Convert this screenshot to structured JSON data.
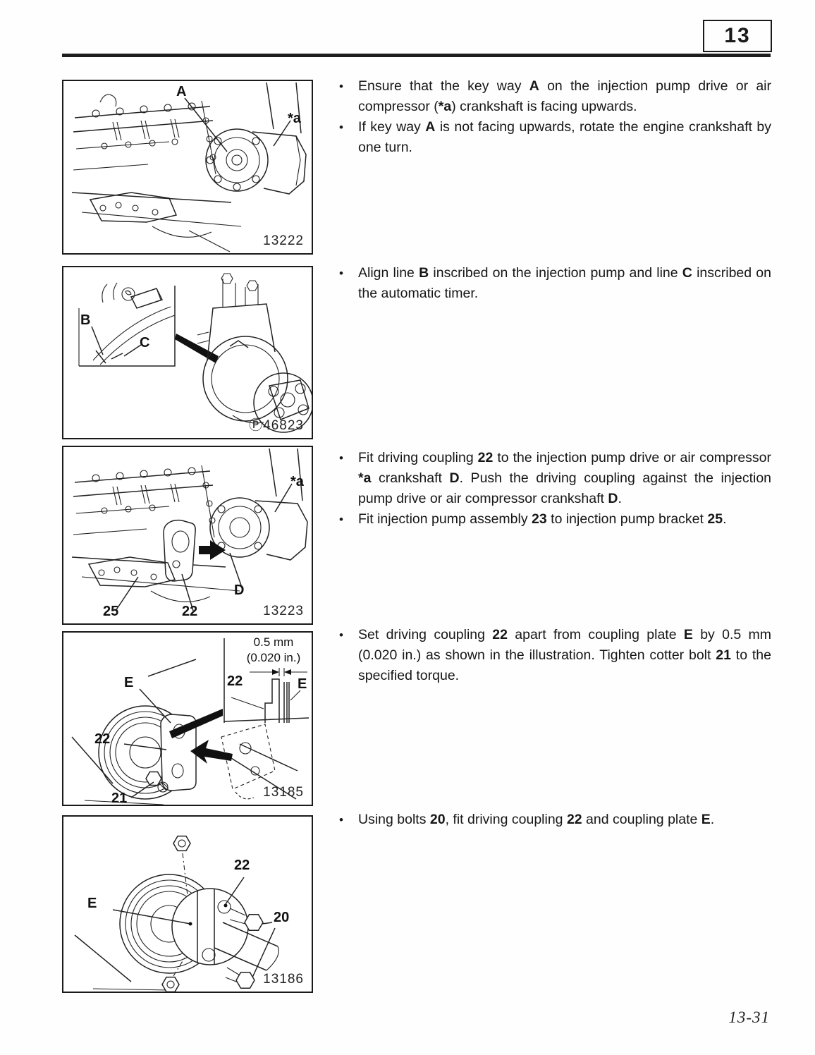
{
  "header": {
    "chapter_tab": "13"
  },
  "footer": {
    "page_number": "13-31"
  },
  "figures": [
    {
      "figure_number": "13222",
      "callouts": {
        "A": "A",
        "star_a": "*a"
      }
    },
    {
      "figure_number": "Ⓟ46823",
      "callouts": {
        "B": "B",
        "C": "C"
      }
    },
    {
      "figure_number": "13223",
      "callouts": {
        "star_a": "*a",
        "D": "D",
        "n25": "25",
        "n22": "22"
      }
    },
    {
      "figure_number": "13185",
      "callouts": {
        "gap_mm": "0.5 mm",
        "gap_in": "(0.020 in.)",
        "inset_22": "22",
        "inset_E": "E",
        "E": "E",
        "n22": "22",
        "n21": "21"
      }
    },
    {
      "figure_number": "13186",
      "callouts": {
        "n22": "22",
        "E": "E",
        "n20": "20"
      }
    }
  ],
  "blocks": [
    {
      "bullets": [
        {
          "segments": [
            {
              "t": "Ensure that the key way "
            },
            {
              "t": "A",
              "b": true
            },
            {
              "t": " on the injection pump drive or air compressor ("
            },
            {
              "t": "*a",
              "b": true
            },
            {
              "t": ") crankshaft is facing upwards."
            }
          ]
        },
        {
          "segments": [
            {
              "t": "If key way "
            },
            {
              "t": "A",
              "b": true
            },
            {
              "t": " is not facing upwards, rotate the engine crankshaft by one turn."
            }
          ]
        }
      ]
    },
    {
      "bullets": [
        {
          "segments": [
            {
              "t": "Align line "
            },
            {
              "t": "B",
              "b": true
            },
            {
              "t": " inscribed on the injection pump and line "
            },
            {
              "t": "C",
              "b": true
            },
            {
              "t": " inscribed on the automatic timer."
            }
          ]
        }
      ]
    },
    {
      "bullets": [
        {
          "segments": [
            {
              "t": "Fit driving coupling "
            },
            {
              "t": "22",
              "b": true
            },
            {
              "t": " to the injection pump drive or air compressor "
            },
            {
              "t": "*a",
              "b": true
            },
            {
              "t": " crankshaft "
            },
            {
              "t": "D",
              "b": true
            },
            {
              "t": ".  Push the driving coupling against the injection pump drive or air compressor crankshaft "
            },
            {
              "t": "D",
              "b": true
            },
            {
              "t": "."
            }
          ]
        },
        {
          "segments": [
            {
              "t": "Fit injection pump assembly "
            },
            {
              "t": "23",
              "b": true
            },
            {
              "t": " to injection pump bracket "
            },
            {
              "t": "25",
              "b": true
            },
            {
              "t": "."
            }
          ]
        }
      ]
    },
    {
      "bullets": [
        {
          "segments": [
            {
              "t": "Set driving coupling "
            },
            {
              "t": "22",
              "b": true
            },
            {
              "t": " apart from coupling plate "
            },
            {
              "t": "E",
              "b": true
            },
            {
              "t": " by 0.5 mm (0.020 in.) as shown in the illustration.  Tighten cotter bolt "
            },
            {
              "t": "21",
              "b": true
            },
            {
              "t": " to the specified torque."
            }
          ]
        }
      ]
    },
    {
      "bullets": [
        {
          "segments": [
            {
              "t": "Using bolts "
            },
            {
              "t": "20",
              "b": true
            },
            {
              "t": ", fit driving coupling "
            },
            {
              "t": "22",
              "b": true
            },
            {
              "t": " and coupling plate "
            },
            {
              "t": "E",
              "b": true
            },
            {
              "t": "."
            }
          ]
        }
      ]
    }
  ]
}
